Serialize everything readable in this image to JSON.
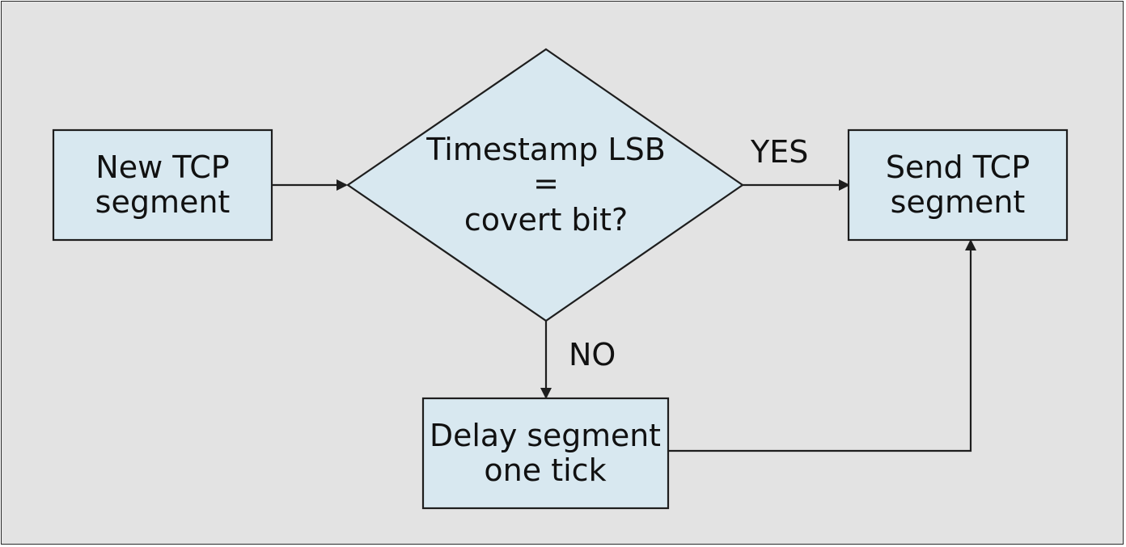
{
  "nodes": {
    "new_segment": {
      "line1": "New TCP",
      "line2": "segment"
    },
    "decision": {
      "line1": "Timestamp LSB",
      "line2": "=",
      "line3": "covert bit?"
    },
    "send_segment": {
      "line1": "Send TCP",
      "line2": "segment"
    },
    "delay_segment": {
      "line1": "Delay segment",
      "line2": "one tick"
    }
  },
  "edges": {
    "yes_label": "YES",
    "no_label": "NO"
  },
  "colors": {
    "node_fill": "#d8e8f0",
    "background": "#e3e3e3",
    "stroke": "#1e1e1e"
  }
}
